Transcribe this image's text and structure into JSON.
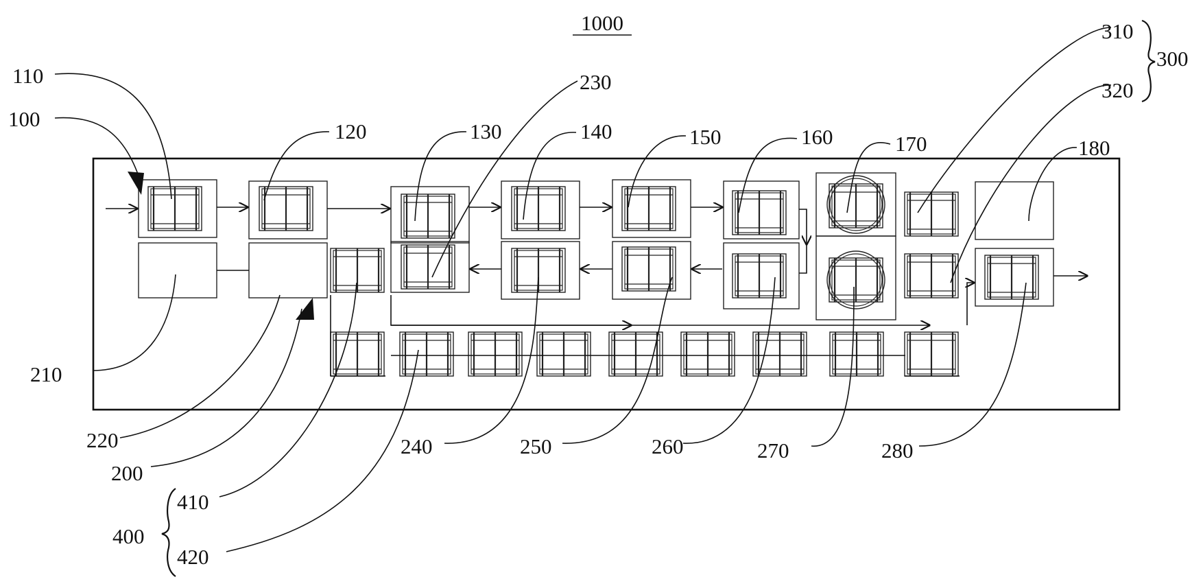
{
  "figure_title": "1000",
  "labels": {
    "l100": "100",
    "l110": "110",
    "l120": "120",
    "l130": "130",
    "l140": "140",
    "l150": "150",
    "l160": "160",
    "l170": "170",
    "l180": "180",
    "l200": "200",
    "l210": "210",
    "l220": "220",
    "l230": "230",
    "l240": "240",
    "l250": "250",
    "l260": "260",
    "l270": "270",
    "l280": "280",
    "l300": "300",
    "l310": "310",
    "l320": "320",
    "l400": "400",
    "l410": "410",
    "l420": "420"
  }
}
